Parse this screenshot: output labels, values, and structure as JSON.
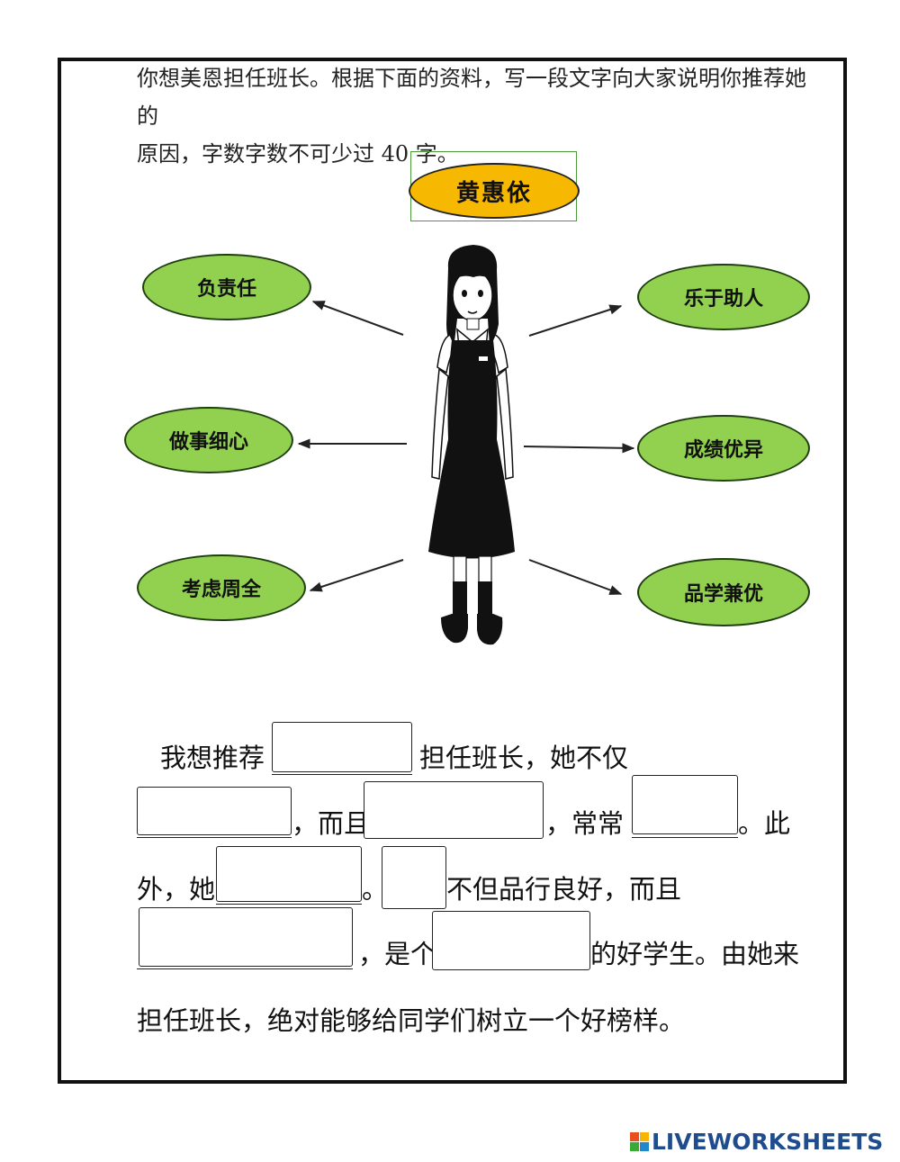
{
  "instruction": {
    "line1": "你想美恩担任班长。根据下面的资料，写一段文字向大家说明你推荐她的",
    "line2": "原因，字数字数不可少过 40 字。"
  },
  "diagram": {
    "center_name": "黄惠依",
    "traits_left": [
      "负责任",
      "做事细心",
      "考虑周全"
    ],
    "traits_right": [
      "乐于助人",
      "成绩优异",
      "品学兼优"
    ],
    "colors": {
      "name_oval": "#f6b800",
      "trait_oval": "#92d050"
    }
  },
  "paragraph": {
    "l1_a": "我想推荐",
    "l1_b": "担任班长，她不仅",
    "l2_a": "，而且",
    "l2_b": "，常常",
    "l2_c": "。此",
    "l3_a": "外，她",
    "l3_b": "。",
    "l3_c": "不但品行良好，而且",
    "l4_a": "，是个",
    "l4_b": "的好学生。由她来",
    "l5": "担任班长，绝对能够给同学们树立一个好榜样。"
  },
  "brand": {
    "text": "LIVEWORKSHEETS",
    "icon": "liveworksheets-logo-icon"
  }
}
